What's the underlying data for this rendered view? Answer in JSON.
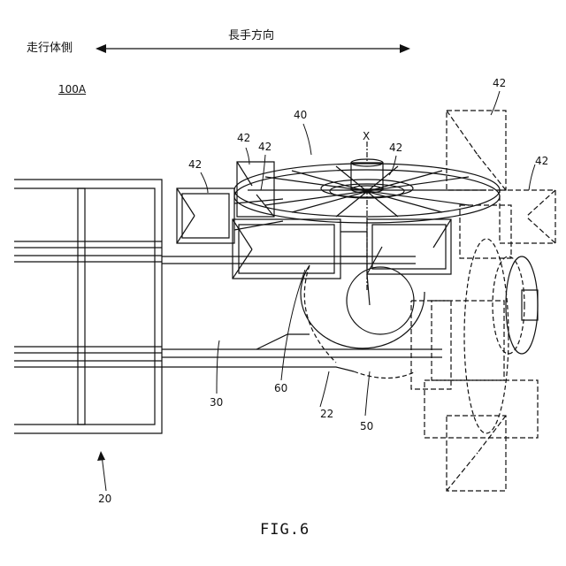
{
  "header": {
    "direction_label": "長手方向",
    "vehicle_side_label": "走行体側"
  },
  "labels": {
    "assembly": "100A",
    "machine": "20",
    "frame": "30",
    "spinner": "40",
    "blades": [
      "42",
      "42",
      "42",
      "42",
      "42",
      "42"
    ],
    "axis": "X",
    "pulley": "50",
    "belt": "60",
    "arm": "22"
  },
  "figure": {
    "caption": "FIG.6"
  },
  "colors": {
    "ink": "#111111",
    "background": "#ffffff"
  }
}
